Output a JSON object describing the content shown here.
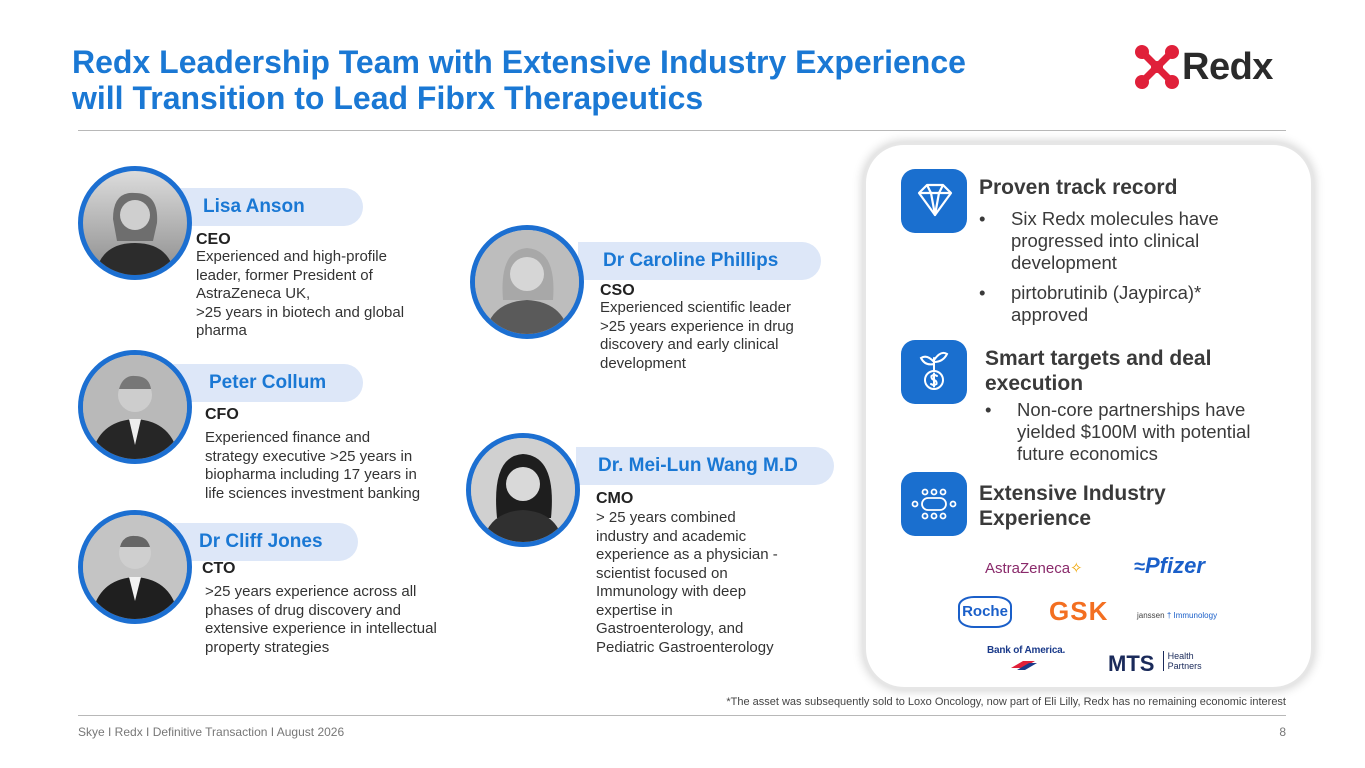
{
  "title": {
    "line1": "Redx Leadership Team with Extensive Industry Experience",
    "line2": "will Transition to Lead Fibrx Therapeutics"
  },
  "logo": {
    "text": "Redx"
  },
  "people": [
    {
      "name": "Lisa Anson",
      "role": "CEO",
      "description": [
        "Experienced and high-profile",
        "leader, former President of",
        "AstraZeneca UK,",
        ">25 years in biotech and global",
        "pharma"
      ]
    },
    {
      "name": "Peter Collum",
      "role": "CFO",
      "description": [
        "Experienced finance and",
        "strategy executive >25 years in",
        "biopharma including 17 years in",
        "life sciences investment banking"
      ]
    },
    {
      "name": "Dr Cliff Jones",
      "role": "CTO",
      "description": [
        ">25 years experience across all",
        "phases of drug discovery and",
        "extensive experience in intellectual",
        "property strategies"
      ]
    },
    {
      "name": "Dr Caroline Phillips",
      "role": "CSO",
      "description": [
        "Experienced scientific leader",
        ">25 years experience in drug",
        "discovery and early clinical",
        "development"
      ]
    },
    {
      "name": "Dr. Mei-Lun Wang M.D",
      "role": "CMO",
      "description": [
        "> 25 years combined",
        "industry and academic",
        "experience as a physician -",
        "scientist focused on",
        "Immunology with deep",
        "expertise in",
        "Gastroenterology, and",
        "Pediatric Gastroenterology"
      ]
    }
  ],
  "panel": {
    "sections": [
      {
        "title": "Proven track record",
        "icon": "diamond-icon",
        "bullets": [
          "Six Redx molecules have progressed into clinical development",
          "pirtobrutinib (Jaypirca)* approved"
        ]
      },
      {
        "title_line1": "Smart targets and deal",
        "title_line2": "execution",
        "icon": "plant-dollar-icon",
        "bullets": [
          "Non-core partnerships have yielded $100M with potential future economics"
        ]
      },
      {
        "title_line1": "Extensive Industry",
        "title_line2": "Experience",
        "icon": "boardroom-icon"
      }
    ],
    "companies": {
      "astrazeneca": "AstraZeneca",
      "pfizer": "Pfizer",
      "roche": "Roche",
      "gsk": "GSK",
      "janssen": "janssen",
      "janssen_sub": "Immunology",
      "boa": "Bank of America.",
      "mts": "MTS",
      "mts_sub1": "Health",
      "mts_sub2": "Partners"
    }
  },
  "bullet_char": "•",
  "footnote": "*The asset was subsequently sold to Loxo Oncology, now part of Eli Lilly, Redx has no remaining economic interest",
  "footer": "Skye I Redx I Definitive Transaction I August 2026",
  "page_number": "8",
  "colors": {
    "accent": "#1a78d4",
    "icon_bg": "#1a6fcf",
    "pill_bg": "#dde7f8",
    "logo_red": "#e0203a"
  }
}
